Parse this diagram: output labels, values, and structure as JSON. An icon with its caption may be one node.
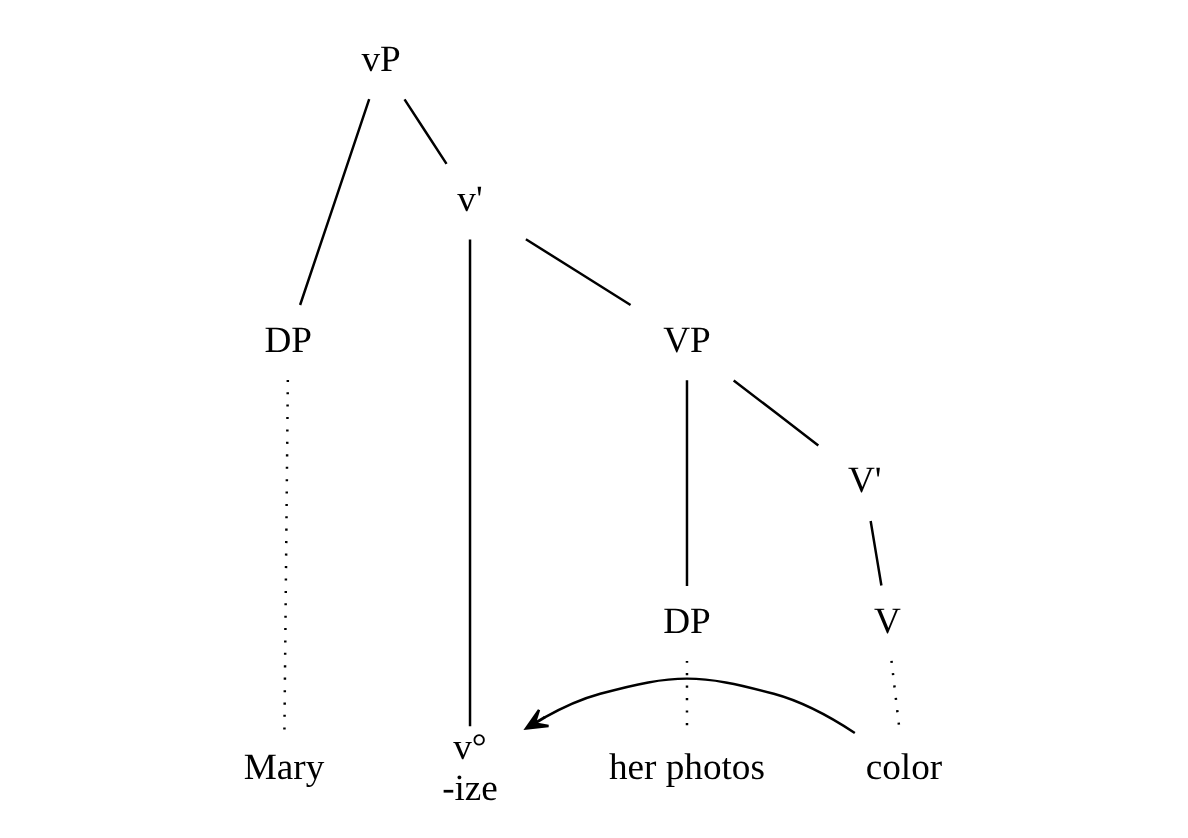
{
  "diagram": {
    "nodes": [
      {
        "text": [
          "vP"
        ]
      },
      {
        "text": [
          "DP"
        ]
      },
      {
        "text": [
          "v'"
        ]
      },
      {
        "text": [
          "v°",
          "-ize"
        ]
      },
      {
        "text": [
          "VP"
        ]
      },
      {
        "text": [
          "DP"
        ]
      },
      {
        "text": [
          "V'"
        ]
      },
      {
        "text": [
          "V"
        ]
      },
      {
        "text": [
          "Mary"
        ]
      },
      {
        "text": [
          "her photos"
        ]
      },
      {
        "text": [
          "color"
        ]
      }
    ],
    "edges": [
      {
        "from": 0,
        "to": 1,
        "arrow": "none"
      },
      {
        "from": 0,
        "to": 2,
        "arrow": "none"
      },
      {
        "from": 2,
        "to": 3,
        "arrow": "none"
      },
      {
        "from": 2,
        "to": 4,
        "arrow": "none"
      },
      {
        "from": 4,
        "to": 5,
        "arrow": "none"
      },
      {
        "from": 4,
        "to": 6,
        "arrow": "none"
      },
      {
        "from": 6,
        "to": 7,
        "arrow": "none"
      },
      {
        "from": 1,
        "to": 8,
        "arrow": "none",
        "style": "dashed"
      },
      {
        "from": 5,
        "to": 9,
        "arrow": "none",
        "style": "dashed"
      },
      {
        "from": 7,
        "to": 10,
        "arrow": "none",
        "style": "dashed"
      },
      {
        "from": 10,
        "to": 3,
        "arrow": "to"
      }
    ]
  }
}
